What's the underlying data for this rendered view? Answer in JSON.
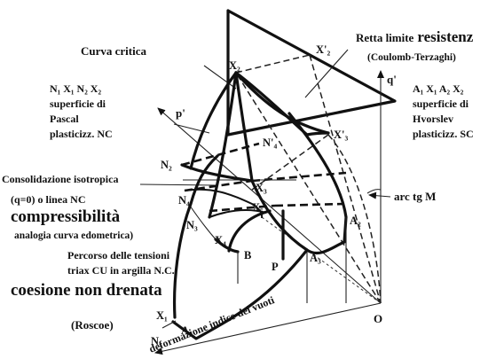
{
  "labels": {
    "curva_critica": "Curva critica",
    "retta_limite_small": "Retta limite",
    "retta_limite_big": "resistenz",
    "coulomb": "(Coulomb-Terzaghi)",
    "q_axis": "q'",
    "p_axis": "p'",
    "o_origin": "O",
    "arc_tg": "arc tg M",
    "pascal_line1": "N₁ X₁ N₂ X₂",
    "pascal_line2": "superficie di",
    "pascal_line3": "Pascal",
    "pascal_line4": "plasticizz. NC",
    "hvorslev_line1": "A₁ X₁ A₂ X₂",
    "hvorslev_line2": "superficie di",
    "hvorslev_line3": "Hvorslev",
    "hvorslev_line4": "plasticizz. SC",
    "consolidazione": "Consolidazione isotropica",
    "linea_nc": "(q=0) o linea NC",
    "compressibilita": "compressibilità",
    "analogia": "analogia curva edometrica)",
    "percorso1": "Percorso delle tensioni",
    "percorso2": "triax CU in argilla N.C.",
    "coesione": "coesione non drenata",
    "roscoe": "(Roscoe)",
    "deformazione": "deformazione indice dei vuoti"
  },
  "points": {
    "X2": "X₂",
    "X2p": "X'₂",
    "X3p": "X'₃",
    "N4p": "N'₄",
    "N2": "N₂",
    "X3": "X₃",
    "N4": "N₄",
    "N3": "N₃",
    "X5": "X₅",
    "X4": "X₄",
    "B": "B",
    "A2": "A₂",
    "A3": "A₃",
    "P": "P",
    "X1": "X₁",
    "A1": "A₁",
    "N1": "N₁"
  }
}
